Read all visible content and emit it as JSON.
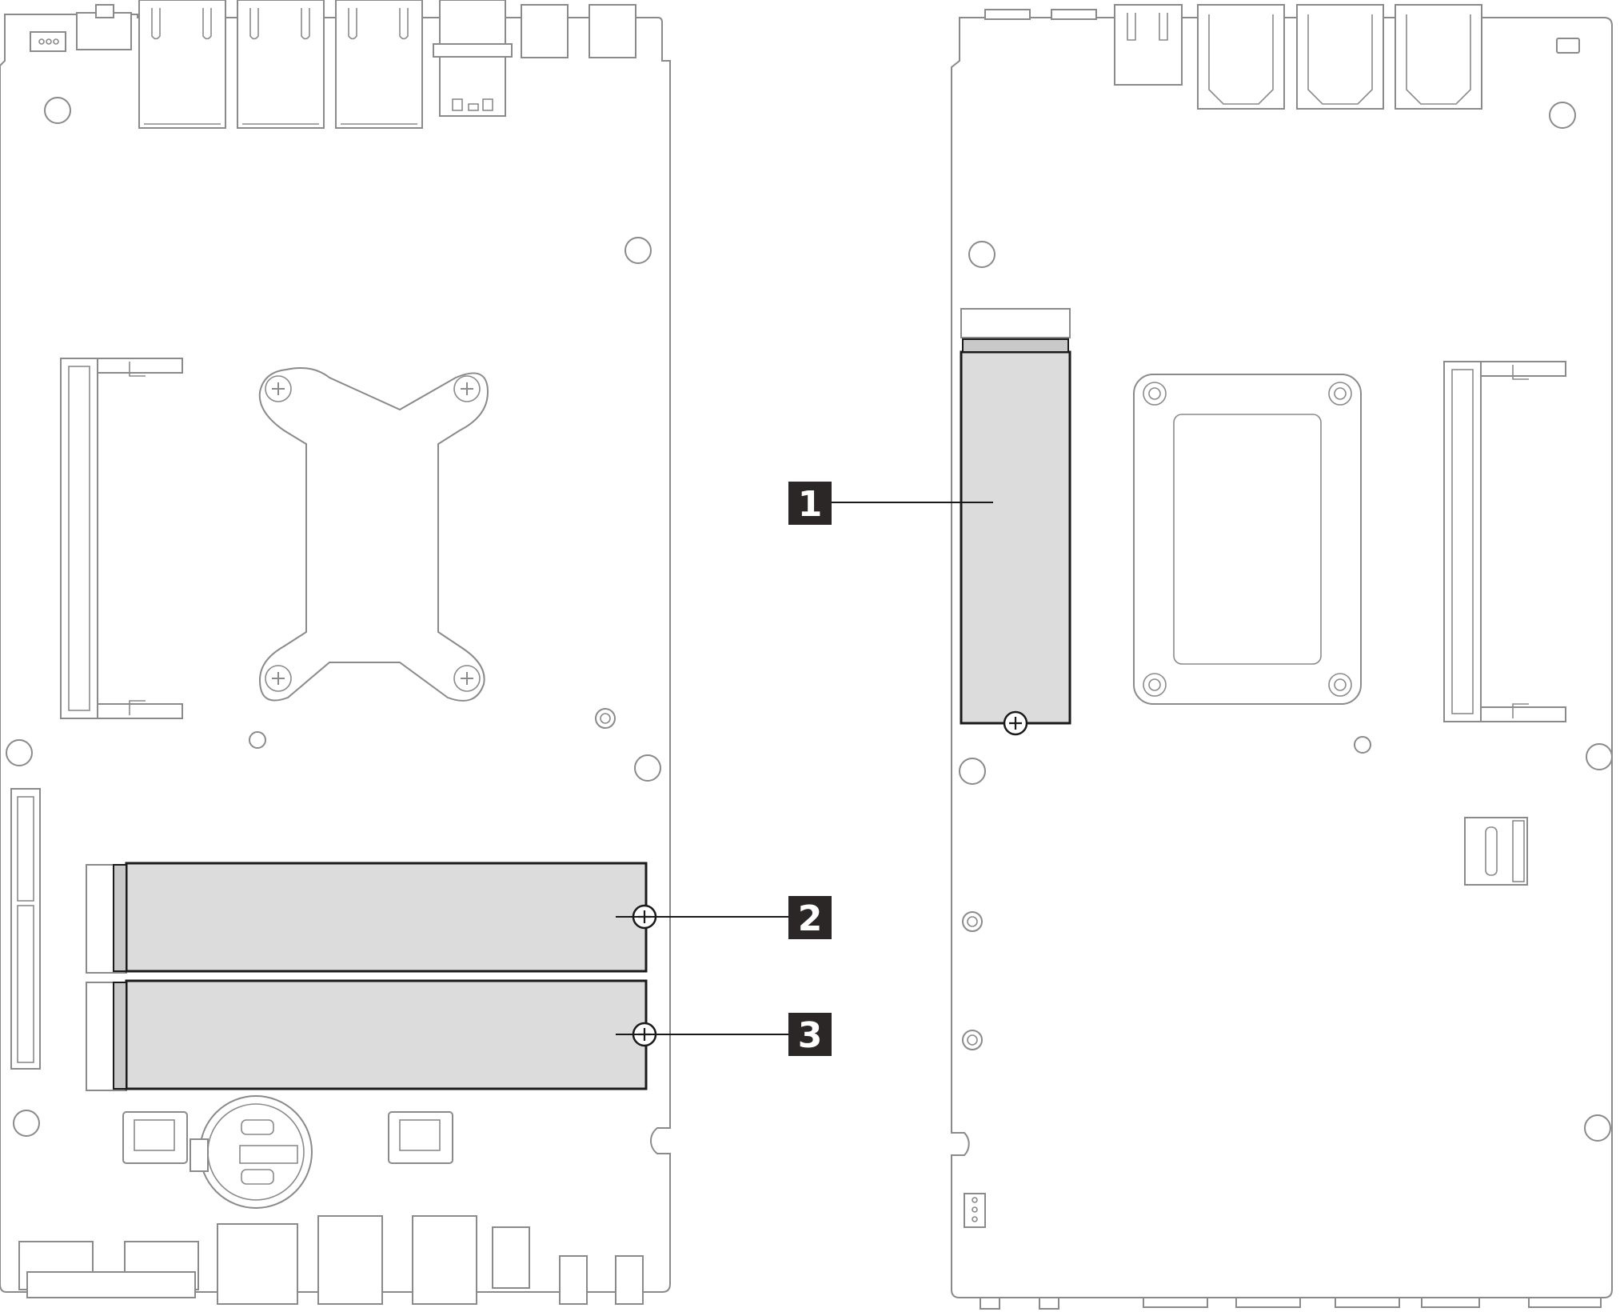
{
  "colors": {
    "outline": "#8a8a8a",
    "m2_fill": "#dcdcdc",
    "callout_bg": "#2b2727",
    "callout_fg": "#ffffff"
  },
  "callouts": [
    {
      "id": "1",
      "label": "1",
      "target": "m2-slot-1"
    },
    {
      "id": "2",
      "label": "2",
      "target": "m2-slot-2"
    },
    {
      "id": "3",
      "label": "3",
      "target": "m2-slot-3"
    }
  ]
}
